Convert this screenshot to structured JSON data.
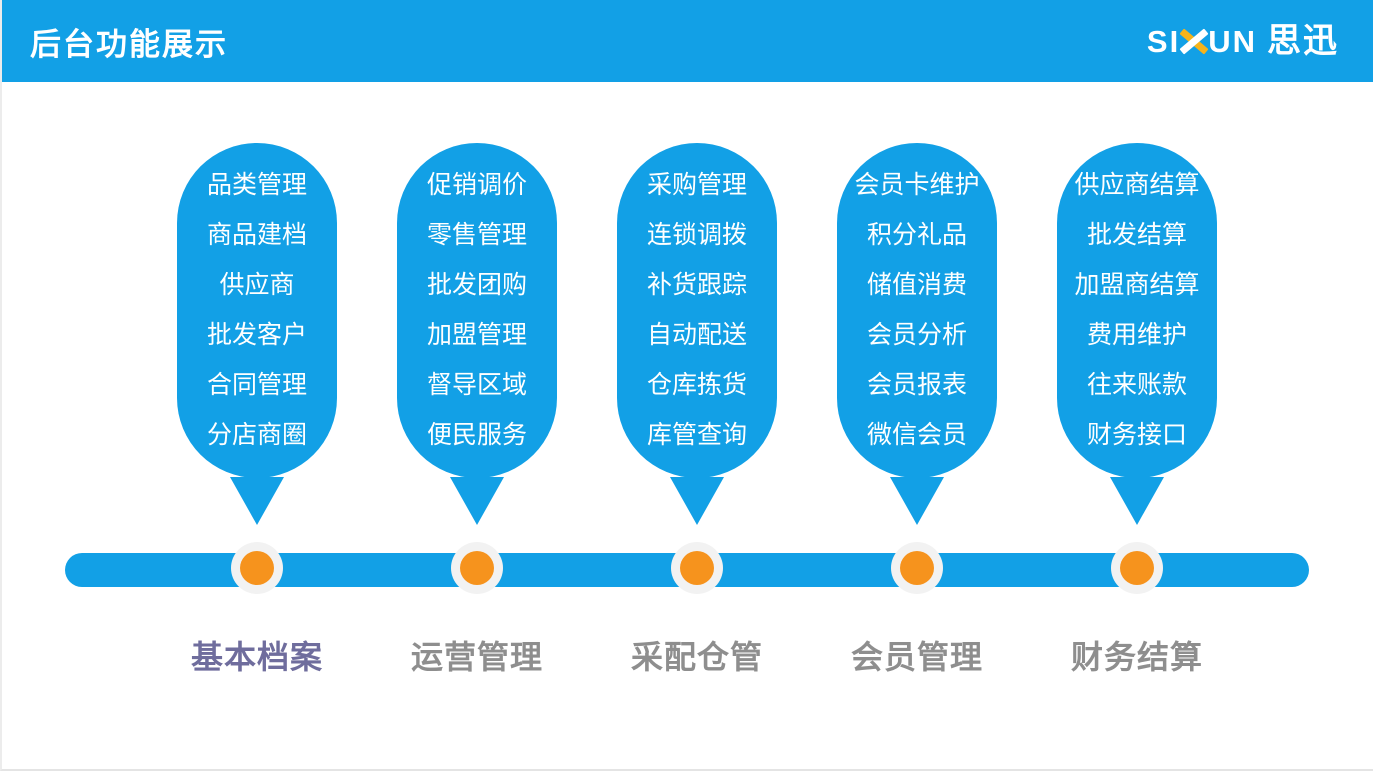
{
  "header": {
    "title": "后台功能展示",
    "brand": {
      "full": "SIXUN思迅",
      "si": "SI",
      "x": "X",
      "un": "UN",
      "cn": "思迅"
    }
  },
  "colors": {
    "primary_blue": "#12A0E6",
    "accent_orange": "#F6931D",
    "logo_yellow": "#F5B31B",
    "node_ring": "#F2F2F2",
    "label_gray": "#8E8E8E",
    "label_active_purple": "#6F6D9D"
  },
  "timeline": {
    "groups": [
      {
        "label": "基本档案",
        "active": true,
        "items": [
          "品类管理",
          "商品建档",
          "供应商",
          "批发客户",
          "合同管理",
          "分店商圈"
        ]
      },
      {
        "label": "运营管理",
        "active": false,
        "items": [
          "促销调价",
          "零售管理",
          "批发团购",
          "加盟管理",
          "督导区域",
          "便民服务"
        ]
      },
      {
        "label": "采配仓管",
        "active": false,
        "items": [
          "采购管理",
          "连锁调拨",
          "补货跟踪",
          "自动配送",
          "仓库拣货",
          "库管查询"
        ]
      },
      {
        "label": "会员管理",
        "active": false,
        "items": [
          "会员卡维护",
          "积分礼品",
          "储值消费",
          "会员分析",
          "会员报表",
          "微信会员"
        ]
      },
      {
        "label": "财务结算",
        "active": false,
        "items": [
          "供应商结算",
          "批发结算",
          "加盟商结算",
          "费用维护",
          "往来账款",
          "财务接口"
        ]
      }
    ]
  }
}
